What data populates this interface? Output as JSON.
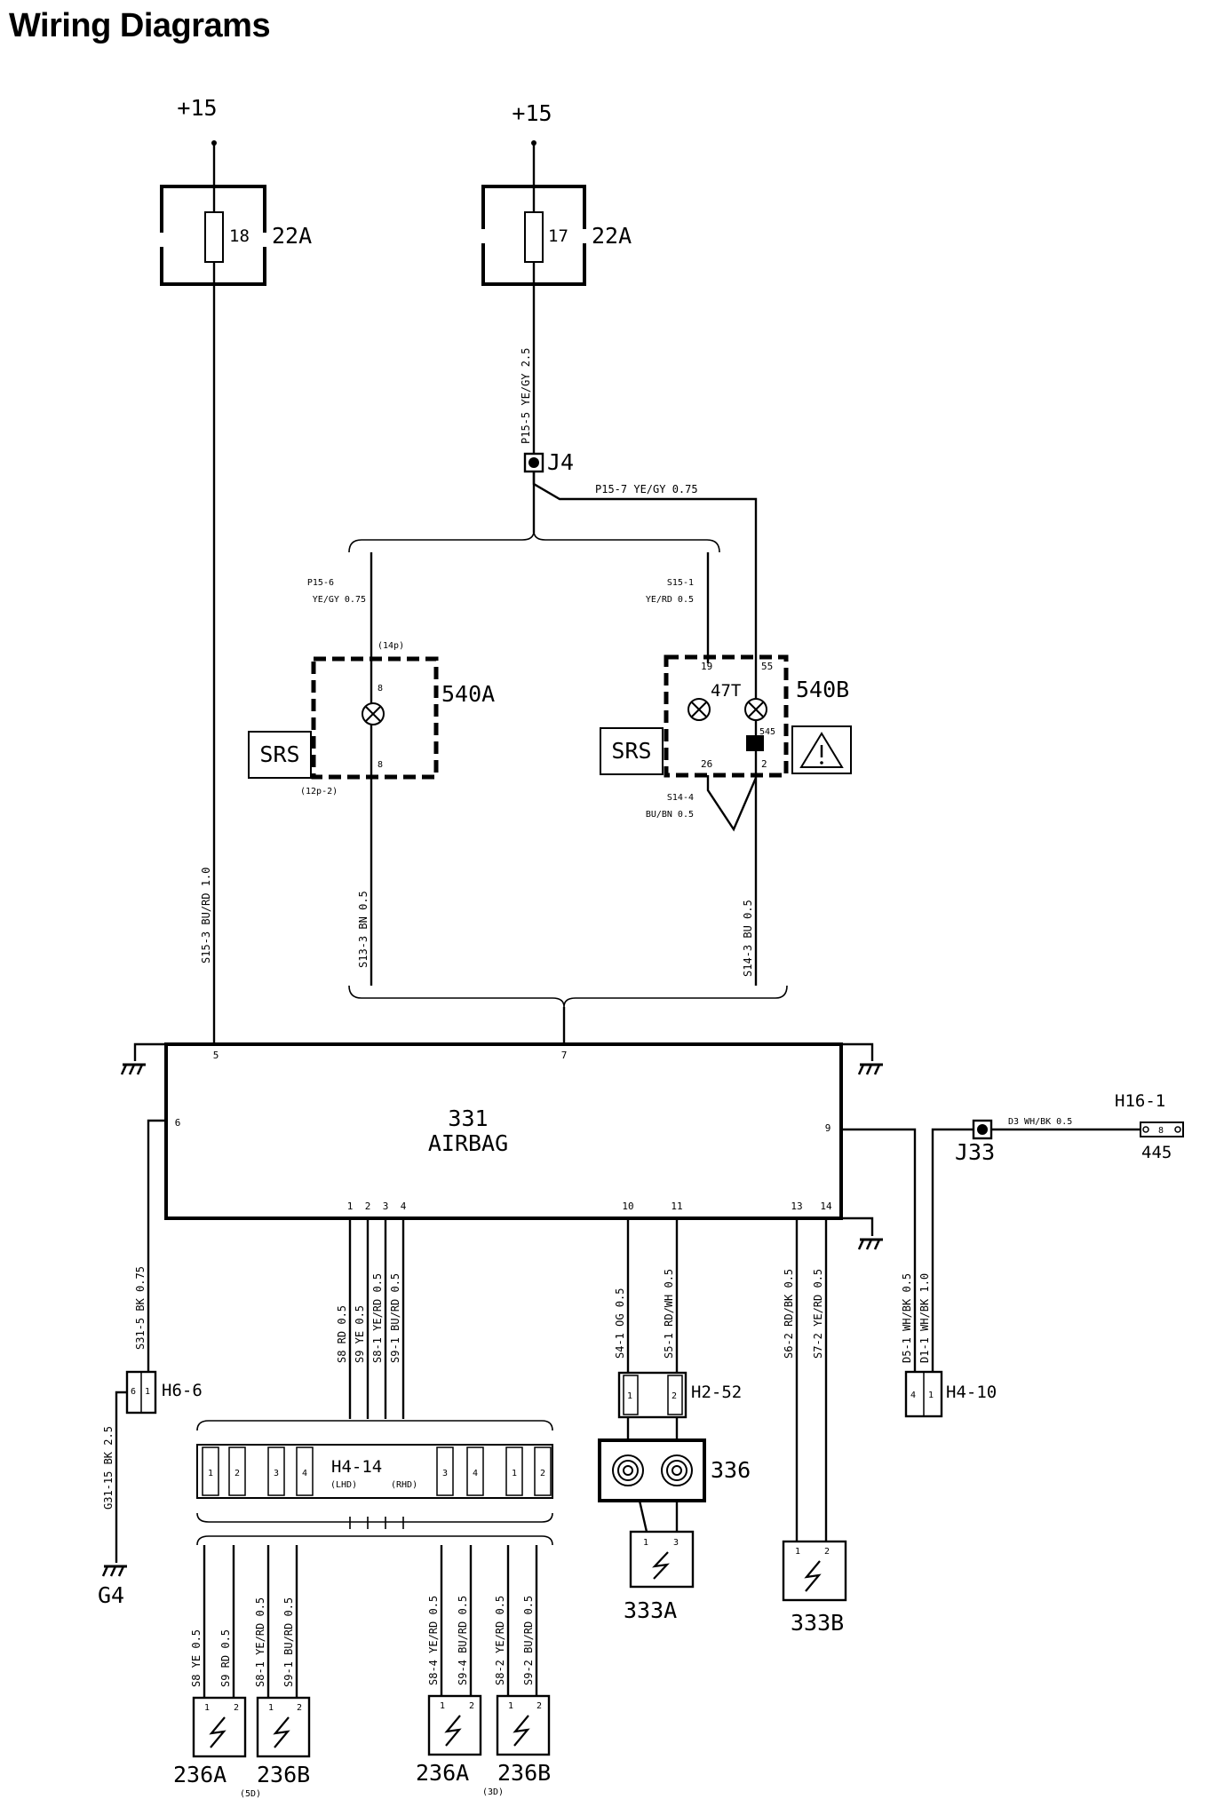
{
  "title": "Wiring Diagrams",
  "power": {
    "left": "+15",
    "right": "+15"
  },
  "fuses": [
    {
      "pin": "18",
      "id": "22A"
    },
    {
      "pin": "17",
      "id": "22A"
    }
  ],
  "junctions": {
    "j4": "J4",
    "j33": "J33"
  },
  "wires": {
    "p15_5": "P15-5 YE/GY 2.5",
    "p15_7": "P15-7 YE/GY 0.75",
    "p15_6_a": "P15-6",
    "p15_6_b": "YE/GY 0.75",
    "s15_1_a": "S15-1",
    "s15_1_b": "YE/RD 0.5",
    "s14_4_a": "S14-4",
    "s14_4_b": "BU/BN 0.5",
    "s15_3": "S15-3 BU/RD 1.0",
    "s13_3": "S13-3 BN 0.5",
    "s14_3": "S14-3 BU 0.5",
    "s31_5": "S31-5 BK 0.75",
    "g31_15": "G31-15 BK 2.5",
    "d3": "D3 WH/BK 0.5",
    "d5_1": "D5-1 WH/BK 0.5",
    "d1_1": "D1-1 WH/BK 1.0",
    "s4_1": "S4-1 OG 0.5",
    "s5_1": "S5-1 RD/WH 0.5",
    "s6_2": "S6-2 RD/BK 0.5",
    "s7_2": "S7-2 YE/RD 0.5",
    "s8_top": "S8 RD 0.5",
    "s9_top": "S9 YE 0.5",
    "s8_1_top": "S8-1 YE/RD 0.5",
    "s9_1_top": "S9-1 BU/RD 0.5",
    "b1": "S8 YE 0.5",
    "b2": "S9 RD 0.5",
    "b3": "S8-1 YE/RD 0.5",
    "b4": "S9-1 BU/RD 0.5",
    "b5": "S8-4 YE/RD 0.5",
    "b6": "S9-4 BU/RD 0.5",
    "b7": "S8-2 YE/RD 0.5",
    "b8": "S9-2 BU/RD 0.5"
  },
  "lamps": {
    "a": {
      "id": "540A",
      "top_note": "(14p)",
      "bottom_note": "(12p-2)",
      "pin_top": "8",
      "pin_bot": "8"
    },
    "b": {
      "id": "540B",
      "pin19": "19",
      "pin55": "55",
      "pin26": "26",
      "pin2": "2",
      "label47": "47T",
      "label545": "545"
    },
    "srs": "SRS"
  },
  "airbag": {
    "id": "331",
    "name": "AIRBAG",
    "pins": {
      "p5": "5",
      "p7": "7",
      "p6": "6",
      "p9": "9",
      "p1": "1",
      "p2": "2",
      "p3": "3",
      "p4": "4",
      "p10": "10",
      "p11": "11",
      "p13": "13",
      "p14": "14"
    }
  },
  "connectors": {
    "h6_6": "H6-6",
    "h4_14": "H4-14",
    "lhd": "(LHD)",
    "rhd": "(RHD)",
    "h2_52": "H2-52",
    "h4_10": "H4-10",
    "h16_1": "H16-1",
    "n445": "445"
  },
  "components": {
    "c336": "336",
    "c333a": "333A",
    "c333b": "333B",
    "c236a": "236A",
    "c236b": "236B",
    "sd5": "(5D)",
    "sd3": "(3D)"
  },
  "ground": {
    "g4": "G4"
  }
}
